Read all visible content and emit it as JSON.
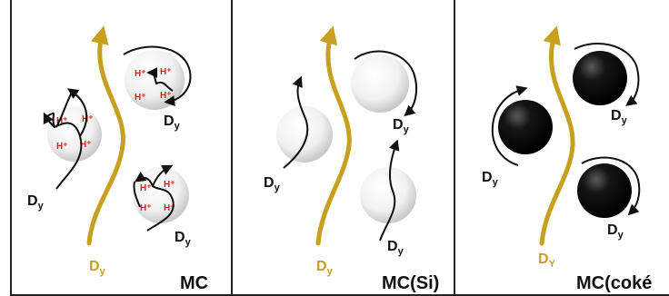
{
  "panels": [
    {
      "title": "MC",
      "flow_label": {
        "main": "D",
        "sub": "y"
      },
      "arrow_labels": [
        {
          "main": "D",
          "sub": "y"
        },
        {
          "main": "D",
          "sub": "y"
        },
        {
          "main": "D",
          "sub": "y"
        }
      ],
      "proton_label": "H⁺"
    },
    {
      "title": "MC(Si)",
      "flow_label": {
        "main": "D",
        "sub": "y"
      },
      "arrow_labels": [
        {
          "main": "D",
          "sub": "y"
        },
        {
          "main": "D",
          "sub": "y"
        },
        {
          "main": "D",
          "sub": "y"
        }
      ]
    },
    {
      "title": "MC(coké",
      "flow_label": {
        "main": "D",
        "sub": "Y"
      },
      "arrow_labels": [
        {
          "main": "D",
          "sub": "y"
        },
        {
          "main": "D",
          "sub": "y"
        },
        {
          "main": "D",
          "sub": "y"
        }
      ]
    }
  ],
  "colors": {
    "flow_arrow": "#c8a020",
    "proton": "#e0211d",
    "coked_particle": "#0a0a0a",
    "white_particle": "#f2f2f2",
    "border": "#222222"
  }
}
